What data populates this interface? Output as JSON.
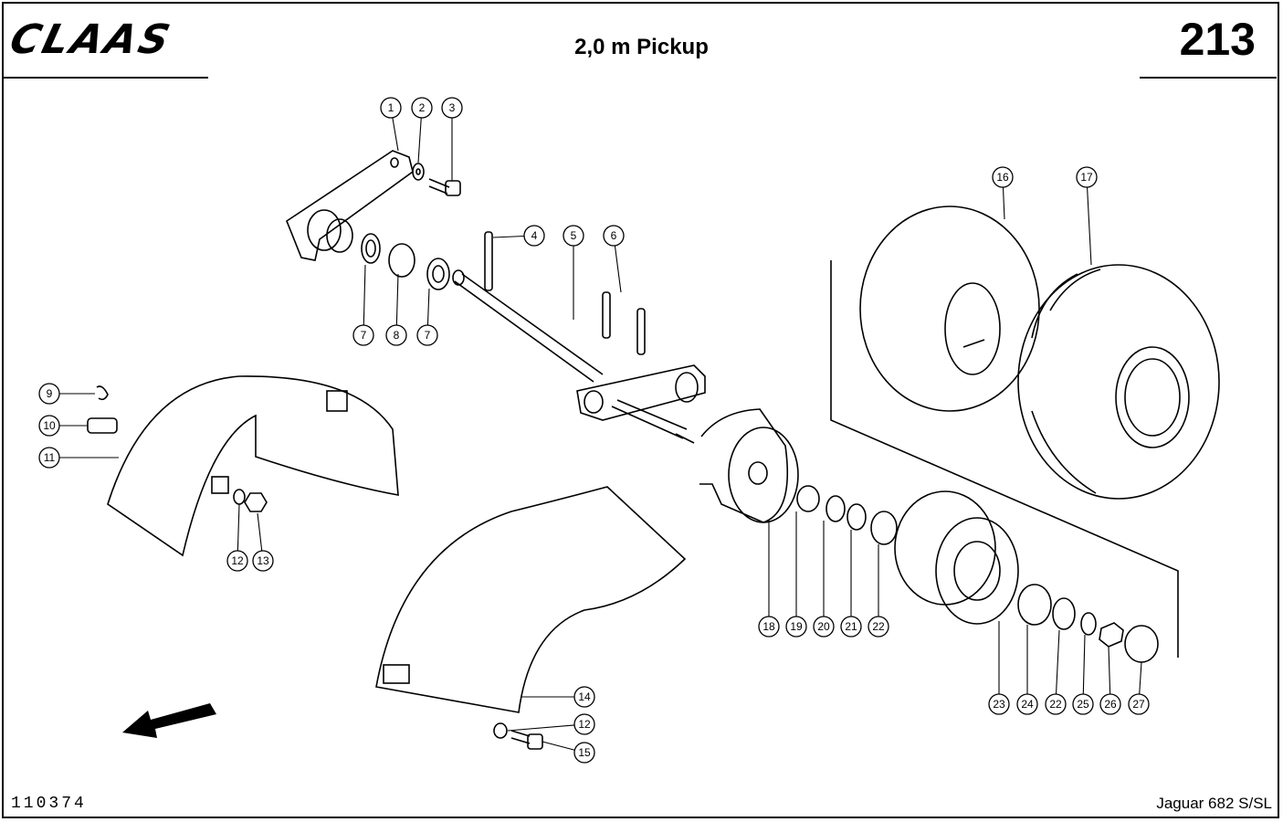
{
  "header": {
    "logo": "CLAAS",
    "title": "2,0 m Pickup",
    "page_number": "213"
  },
  "footer": {
    "drawing_number": "110374",
    "model": "Jaguar 682 S/SL"
  },
  "callouts": [
    {
      "id": "c1",
      "label": "1"
    },
    {
      "id": "c2",
      "label": "2"
    },
    {
      "id": "c3",
      "label": "3"
    },
    {
      "id": "c4",
      "label": "4"
    },
    {
      "id": "c5",
      "label": "5"
    },
    {
      "id": "c6",
      "label": "6"
    },
    {
      "id": "c7a",
      "label": "7"
    },
    {
      "id": "c8",
      "label": "8"
    },
    {
      "id": "c7b",
      "label": "7"
    },
    {
      "id": "c9",
      "label": "9"
    },
    {
      "id": "c10",
      "label": "10"
    },
    {
      "id": "c11",
      "label": "11"
    },
    {
      "id": "c12a",
      "label": "12"
    },
    {
      "id": "c13",
      "label": "13"
    },
    {
      "id": "c14",
      "label": "14"
    },
    {
      "id": "c12b",
      "label": "12"
    },
    {
      "id": "c15",
      "label": "15"
    },
    {
      "id": "c16",
      "label": "16"
    },
    {
      "id": "c17",
      "label": "17"
    },
    {
      "id": "c18",
      "label": "18"
    },
    {
      "id": "c19",
      "label": "19"
    },
    {
      "id": "c20",
      "label": "20"
    },
    {
      "id": "c21",
      "label": "21"
    },
    {
      "id": "c22a",
      "label": "22"
    },
    {
      "id": "c23",
      "label": "23"
    },
    {
      "id": "c24",
      "label": "24"
    },
    {
      "id": "c22b",
      "label": "22"
    },
    {
      "id": "c25",
      "label": "25"
    },
    {
      "id": "c26",
      "label": "26"
    },
    {
      "id": "c27",
      "label": "27"
    }
  ]
}
